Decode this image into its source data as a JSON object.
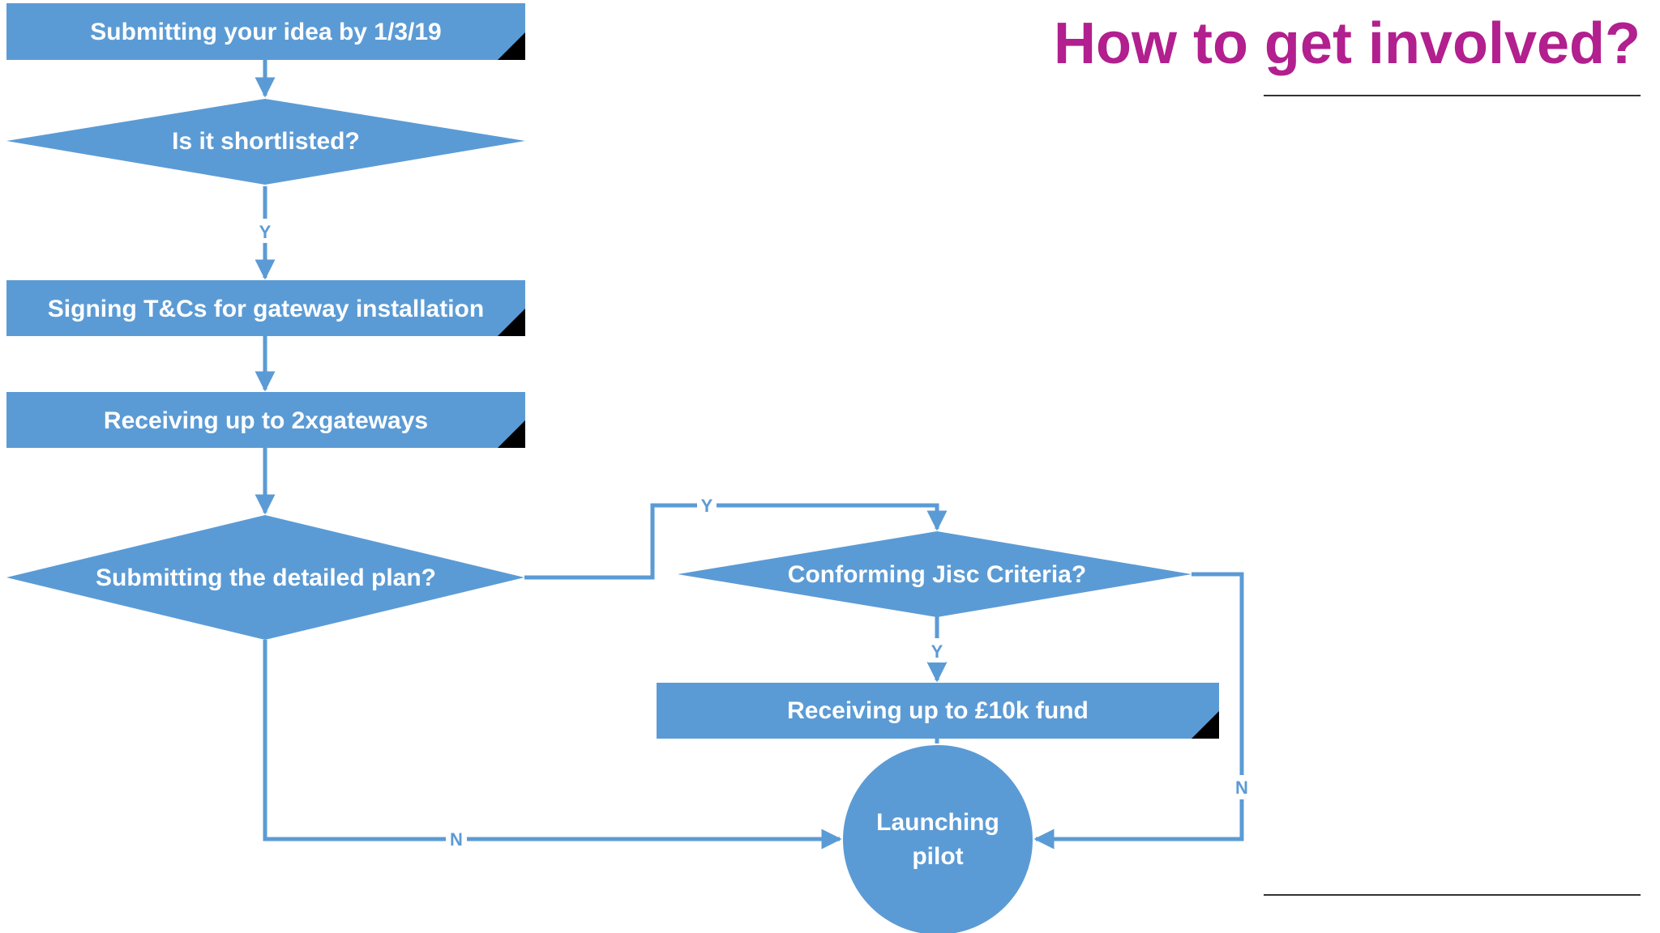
{
  "title": "How to get involved?",
  "colors": {
    "title": "#b21f8e",
    "shape_fill": "#5b9bd5",
    "connector": "#5b9bd5",
    "corner_mark": "#000000",
    "rule": "#333333",
    "text": "#ffffff"
  },
  "nodes": {
    "submit_idea": "Submitting your idea by 1/3/19",
    "shortlisted": "Is it shortlisted?",
    "sign_tcs": "Signing T&Cs for gateway installation",
    "receive_gateways": "Receiving up to 2xgateways",
    "detailed_plan": "Submitting the detailed plan?",
    "jisc_criteria": "Conforming Jisc Criteria?",
    "receive_fund": "Receiving up to £10k fund",
    "launch_line1": "Launching",
    "launch_line2": "pilot"
  },
  "edge_labels": {
    "shortlisted_yes": "Y",
    "plan_yes": "Y",
    "criteria_yes": "Y",
    "plan_no": "N",
    "criteria_no": "N"
  }
}
